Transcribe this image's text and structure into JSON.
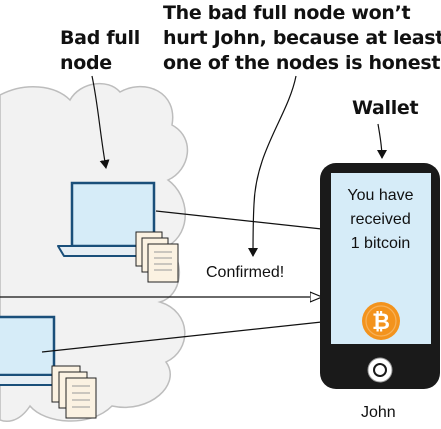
{
  "callouts": {
    "bad_full_node": [
      "Bad full",
      "node"
    ],
    "honest": [
      "The bad full node won’t",
      "hurt John, because at least",
      "one of the nodes is honest."
    ],
    "wallet": "Wallet"
  },
  "connection_label": "Confirmed!",
  "phone_screen": [
    "You have",
    "received",
    "1 bitcoin"
  ],
  "owner": "John",
  "icons": {
    "coin": "bitcoin-icon",
    "home": "home-button-icon"
  },
  "colors": {
    "cloud_fill": "#f2f2f2",
    "cloud_stroke": "#bdbdbd",
    "laptop_screen": "#d6ecf8",
    "laptop_frame": "#1a4f7a",
    "phone_body": "#1a1a1a",
    "phone_screen": "#d6ecf8",
    "coin": "#f3931d"
  }
}
